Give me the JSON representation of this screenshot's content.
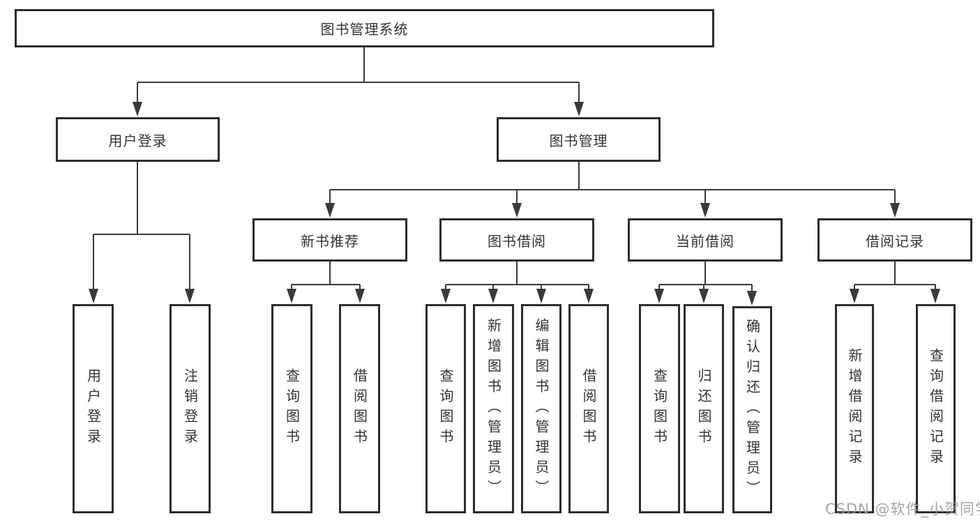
{
  "diagram": {
    "type": "hierarchy-structure-diagram",
    "nodes": {
      "root": "图书管理系统",
      "user_login": "用户登录",
      "book_mgmt": "图书管理",
      "new_recommend": "新书推荐",
      "book_borrow": "图书借阅",
      "current_borrow": "当前借阅",
      "borrow_record": "借阅记录",
      "leaf_user_login": "用户登录",
      "leaf_logout": "注销登录",
      "leaf_nr_query": "查询图书",
      "leaf_nr_borrow": "借阅图书",
      "leaf_bb_query": "查询图书",
      "leaf_bb_add": "新增图书（管理员）",
      "leaf_bb_edit": "编辑图书（管理员）",
      "leaf_bb_borrow": "借阅图书",
      "leaf_cb_query": "查询图书",
      "leaf_cb_return": "归还图书",
      "leaf_cb_confirm": "确认归还（管理员）",
      "leaf_br_add": "新增借阅记录",
      "leaf_br_query": "查询借阅记录"
    },
    "hierarchy": {
      "图书管理系统": {
        "用户登录": [
          "用户登录",
          "注销登录"
        ],
        "图书管理": {
          "新书推荐": [
            "查询图书",
            "借阅图书"
          ],
          "图书借阅": [
            "查询图书",
            "新增图书（管理员）",
            "编辑图书（管理员）",
            "借阅图书"
          ],
          "当前借阅": [
            "查询图书",
            "归还图书",
            "确认归还（管理员）"
          ],
          "借阅记录": [
            "新增借阅记录",
            "查询借阅记录"
          ]
        }
      }
    }
  },
  "watermark": "CSDN @软件_小贺同学",
  "colors": {
    "background": "#ffffff",
    "box_border": "#2d2d2d",
    "line": "#3a3a3a",
    "text": "#333333",
    "watermark": "#9c9c9c"
  }
}
